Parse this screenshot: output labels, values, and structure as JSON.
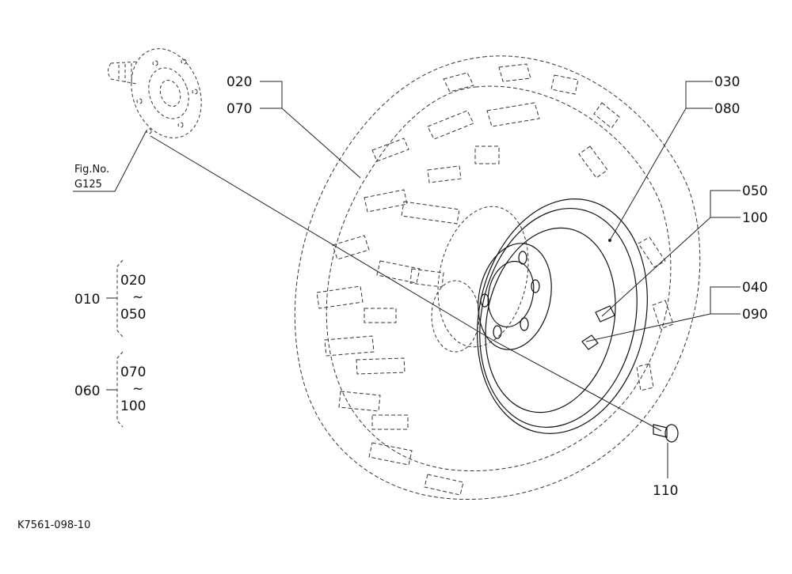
{
  "callouts": {
    "c020": "020",
    "c070": "070",
    "c030": "030",
    "c080": "080",
    "c050": "050",
    "c100": "100",
    "c040": "040",
    "c090": "090",
    "c110": "110"
  },
  "fig_ref": {
    "line1": "Fig.No.",
    "line2": "G125"
  },
  "groups": [
    {
      "parent": "010",
      "from": "020",
      "tilde": "~",
      "to": "050"
    },
    {
      "parent": "060",
      "from": "070",
      "tilde": "~",
      "to": "100"
    }
  ],
  "drawing_code": "K7561-098-10"
}
